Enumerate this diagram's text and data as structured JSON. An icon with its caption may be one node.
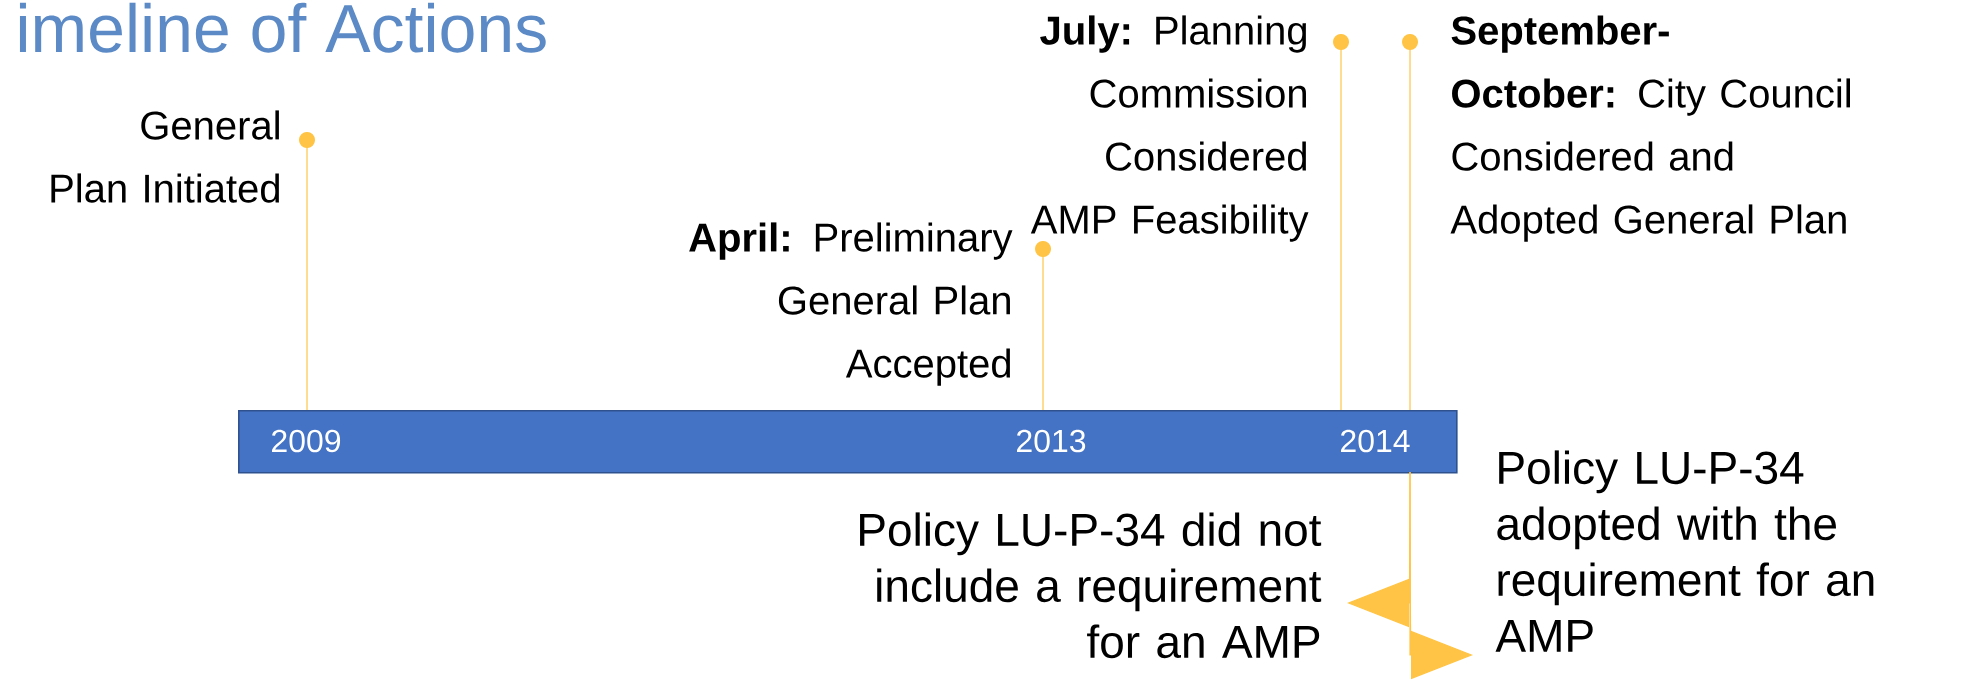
{
  "diagram": {
    "title": "imeline of Actions",
    "nodes": [
      {
        "text": [
          "General Plan Initiated"
        ]
      },
      {
        "text": [
          "**April:** Preliminary General Plan Accepted"
        ]
      },
      {
        "text": [
          "**July:** Planning Commission Considered AMP Feasibility"
        ]
      },
      {
        "text": [
          "**September-October:** City Council Considered and Adopted General Plan"
        ]
      },
      {
        "text": [
          "2009",
          "2013",
          "2014"
        ]
      },
      {
        "text": [
          "Policy LU-P-34 did not include a requirement for an AMP"
        ]
      },
      {
        "text": [
          "Policy LU-P-34 adopted with the requirement for an AMP"
        ]
      }
    ],
    "edges": [
      {
        "from": 0,
        "to": 4,
        "arrow": "other"
      },
      {
        "from": 1,
        "to": 4,
        "arrow": "other"
      },
      {
        "from": 2,
        "to": 4,
        "arrow": "other"
      },
      {
        "from": 3,
        "to": 4,
        "arrow": "other"
      },
      {
        "from": 4,
        "to": 5,
        "arrow": "to"
      },
      {
        "from": 4,
        "to": 6,
        "arrow": "to"
      }
    ]
  }
}
